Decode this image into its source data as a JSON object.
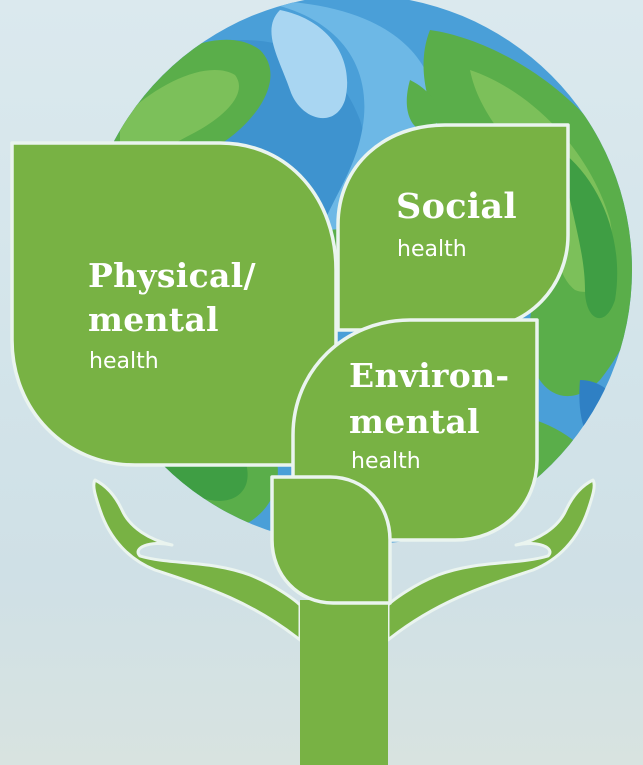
{
  "leaves": {
    "physical": {
      "title_line1": "Physical/",
      "title_line2": "mental",
      "subtitle": "health"
    },
    "social": {
      "title": "Social",
      "subtitle": "health"
    },
    "environmental": {
      "title_line1": "Environ-",
      "title_line2": "mental",
      "subtitle": "health"
    }
  },
  "colors": {
    "leaf_green": "#78b244",
    "leaf_outline": "#eaf4ef",
    "earth_ocean": "#4a9fd8",
    "earth_land": "#5aae4a",
    "background": "#d6e6ec"
  },
  "icons": [
    "earth-globe",
    "holding-hands",
    "tree-trunk"
  ]
}
